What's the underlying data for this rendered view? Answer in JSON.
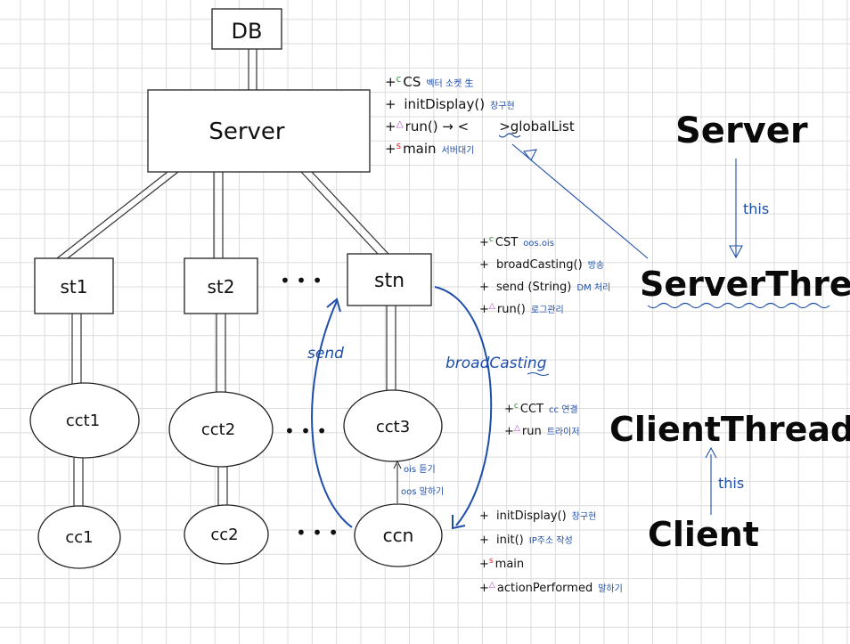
{
  "nodes": {
    "db": "DB",
    "server": "Server",
    "st1": "st1",
    "st2": "st2",
    "stn": "stn",
    "cct1": "cct1",
    "cct2": "cct2",
    "cct3": "cct3",
    "cc1": "cc1",
    "cc2": "cc2",
    "ccn": "ccn",
    "ellipsis": "• • •"
  },
  "arrows": {
    "send": "send",
    "broadcasting": "broadCasting",
    "ois_listen": "ois 듣기",
    "oos_speak": "oos 말하기"
  },
  "server_members": [
    {
      "prefix": "+",
      "sup": "c",
      "sup_color": "#2e8b3a",
      "name": "CS",
      "note": "벡터 소켓 生"
    },
    {
      "prefix": "+",
      "sup": "",
      "sup_color": "",
      "name": "initDisplay()",
      "note": "창구현"
    },
    {
      "prefix": "+",
      "sup": "△",
      "sup_color": "#b03fc9",
      "name": "run() → <",
      "note": "",
      "extra": ">globalList"
    },
    {
      "prefix": "+",
      "sup": "s",
      "sup_color": "#d62828",
      "name": "main",
      "note": "서버대기"
    }
  ],
  "serverthread_members": [
    {
      "prefix": "+",
      "sup": "c",
      "sup_color": "#2e8b3a",
      "name": "CST",
      "note": "oos.ois"
    },
    {
      "prefix": "+",
      "sup": "",
      "sup_color": "",
      "name": "broadCasting()",
      "note": "방송"
    },
    {
      "prefix": "+",
      "sup": "",
      "sup_color": "",
      "name": "send (String)",
      "note": "DM 처리"
    },
    {
      "prefix": "+",
      "sup": "△",
      "sup_color": "#b03fc9",
      "name": "run()",
      "note": "로그관리"
    }
  ],
  "clientthread_members": [
    {
      "prefix": "+",
      "sup": "c",
      "sup_color": "#2e8b3a",
      "name": "CCT",
      "note": "cc 연결"
    },
    {
      "prefix": "+",
      "sup": "△",
      "sup_color": "#b03fc9",
      "name": "run",
      "note": "트라이저"
    }
  ],
  "client_members": [
    {
      "prefix": "+",
      "sup": "",
      "sup_color": "",
      "name": "initDisplay()",
      "note": "창구현"
    },
    {
      "prefix": "+",
      "sup": "",
      "sup_color": "",
      "name": "init()",
      "note": "IP주소 작성"
    },
    {
      "prefix": "+",
      "sup": "s",
      "sup_color": "#d62828",
      "name": "main",
      "note": ""
    },
    {
      "prefix": "+",
      "sup": "△",
      "sup_color": "#b03fc9",
      "name": "actionPerformed",
      "note": "말하기"
    }
  ],
  "class_labels": {
    "server": "Server",
    "serverthread": "ServerThread",
    "clientthread": "ClientThread",
    "client": "Client",
    "this_top": "this",
    "this_bottom": "this"
  }
}
